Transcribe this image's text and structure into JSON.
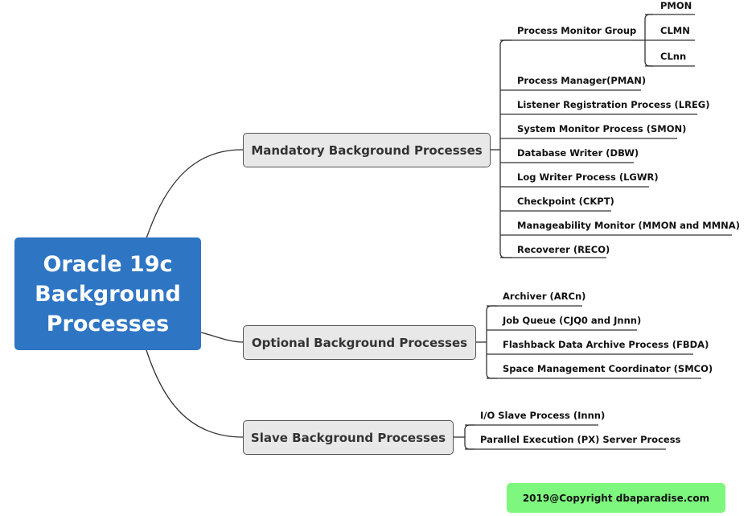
{
  "root": {
    "lines": [
      "Oracle 19c",
      "Background",
      "Processes"
    ]
  },
  "branches": {
    "mandatory": {
      "label": "Mandatory Background Processes",
      "children": [
        "Process Monitor Group",
        "Process Manager(PMAN)",
        "Listener Registration Process (LREG)",
        "System Monitor Process (SMON)",
        "Database Writer (DBW)",
        "Log Writer Process (LGWR)",
        "Checkpoint (CKPT)",
        "Manageability Monitor (MMON and MMNA)",
        "Recoverer (RECO)"
      ],
      "pmon_group": [
        "PMON",
        "CLMN",
        "CLnn"
      ]
    },
    "optional": {
      "label": "Optional Background Processes",
      "children": [
        "Archiver (ARCn)",
        "Job Queue  (CJQ0 and Jnnn)",
        "Flashback Data Archive Process (FBDA)",
        "Space Management Coordinator (SMCO)"
      ]
    },
    "slave": {
      "label": "Slave Background Processes",
      "children": [
        "I/O Slave Process (Innn)",
        "Parallel Execution (PX) Server Process"
      ]
    }
  },
  "footer": {
    "copyright": "2019@Copyright dbaparadise.com"
  },
  "colors": {
    "root": "#2e75c4",
    "branch_fill": "#e8e8e8",
    "line": "#333333",
    "footer": "#7ef77e"
  }
}
